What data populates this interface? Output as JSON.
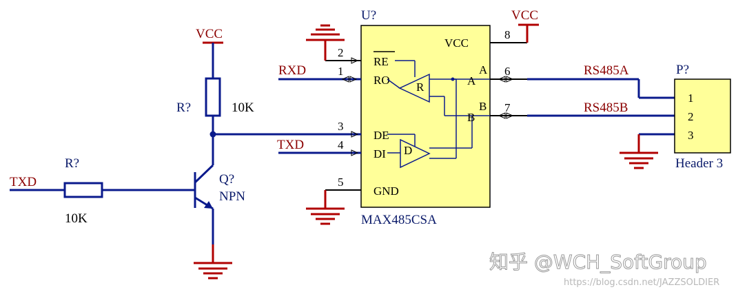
{
  "ic": {
    "designator": "U?",
    "part": "MAX485CSA",
    "pins": [
      {
        "num": "2",
        "name": "RE"
      },
      {
        "num": "1",
        "name": "RO"
      },
      {
        "num": "3",
        "name": "DE"
      },
      {
        "num": "4",
        "name": "DI"
      },
      {
        "num": "5",
        "name": "GND"
      },
      {
        "num": "8",
        "name": "VCC"
      },
      {
        "num": "6",
        "name": "A"
      },
      {
        "num": "7",
        "name": "B"
      }
    ],
    "receiver": "R",
    "driver": "D",
    "inner_a": "A",
    "inner_b": "B"
  },
  "power": {
    "vcc_left": "VCC",
    "vcc_right": "VCC"
  },
  "resistor_top": {
    "designator": "R?",
    "value": "10K"
  },
  "resistor_left": {
    "designator": "R?",
    "value": "10K"
  },
  "transistor": {
    "designator": "Q?",
    "type": "NPN"
  },
  "nets": {
    "rxd": "RXD",
    "txd_ic": "TXD",
    "txd_in": "TXD",
    "rs485a": "RS485A",
    "rs485b": "RS485B"
  },
  "header": {
    "designator": "P?",
    "name": "Header 3",
    "pins": [
      "1",
      "2",
      "3"
    ]
  },
  "watermark": {
    "main": "知乎 @WCH_SoftGroup",
    "url": "https://blog.csdn.net/JAZZSOLDIER"
  },
  "colors": {
    "wire": "#0a1a8c",
    "ground": "#b00000",
    "ic_fill": "#ffff99",
    "net_label": "#8b0000"
  }
}
